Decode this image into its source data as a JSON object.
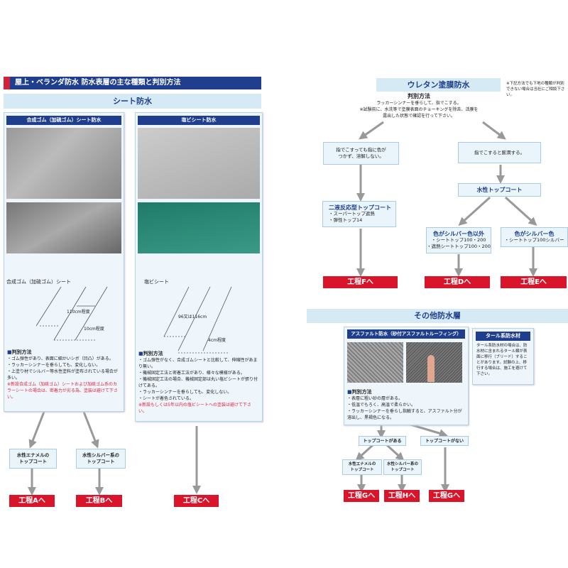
{
  "title": "屋上・ベランダ防水 防水表層の主な種類と判別方法",
  "sheet": {
    "band": "シート防水",
    "rubber": {
      "header": "合成ゴム（加硫ゴム）シート防水",
      "label": "合成ゴム（加硫ゴム）シート",
      "dim1": "110cm程度",
      "dim2": "10cm程度",
      "method": "判別方法",
      "items": [
        "・ゴム弾性があり、表面に細かいシボ（凹凸）がある。",
        "・ラッカーシンナーを垂らしても、変化しない。",
        "・上塗り材でシルバー等水性塗料が塗布されている場合が多い。"
      ],
      "note": "※新設合成ゴム（加硫ゴム）シートおよび加硫ゴム系のカラーシートの場合は、密着力が劣る為、塗装は避けて下さい。"
    },
    "pvc": {
      "header": "塩ビシート防水",
      "label": "塩ビシート",
      "dim1": "96又は116cm",
      "dim2": "4cm程度",
      "method": "判別方法",
      "items": [
        "・ゴム弾性がなく、合成ゴムシートと比較して、伸縮性があまり無い。",
        "・機械固定工法と密着工法があり、様々な模様がある。",
        "・機械固定工法の場合、機械固定部は丸い塩ビシートが張り付けてある。",
        "・ラッカーシンナーを垂らしても、変化しない。",
        "・シートが着色されている。"
      ],
      "note": "※新設もしくは5年以内の塩ビシートへの塗装は避けて下さい。"
    },
    "enamel": [
      "水性エナメルの",
      "トップコート"
    ],
    "silver": [
      "水性シルバー系の",
      "トップコート"
    ],
    "goA": "工程Aへ",
    "goB": "工程Bへ",
    "goC": "工程Cへ"
  },
  "urethane": {
    "band": "ウレタン塗膜防水",
    "note": "※下記方法でも下地の種類が判別できない場合は当社にご相談下さい。",
    "method": "判別方法",
    "desc1": "ラッカーシンナーを垂らして、指でこする。",
    "desc2": "※試験前に、水洗等で塗膜表面のチョーキングを除去、活膜を露出した状態で確認を行って下さい。",
    "noColor": [
      "指でこすっても指に色が",
      "つかず、溶解しない。"
    ],
    "swell": "指でこすると膨潤する。",
    "twoPart": {
      "title": "二液反応型トップコート",
      "items": [
        "・スーパートップ遮熱",
        "・弾性トップ14"
      ]
    },
    "water": "水性トップコート",
    "nonSilver": {
      "title": "色がシルバー色以外",
      "items": [
        "・シートトップ100・200",
        "・遮熱シートトップ100・200"
      ]
    },
    "silver": {
      "title": "色がシルバー色",
      "items": [
        "・シートトップ100シルバー"
      ]
    },
    "goF": "工程Fへ",
    "goD": "工程Dへ",
    "goE": "工程Eへ"
  },
  "other": {
    "band": "その他防水層",
    "asphalt": {
      "header": "アスファルト防水（砂付アスファルトルーフィング）",
      "method": "判別方法",
      "items": [
        "・表層に粗い砂の層がある。",
        "・低温でもろく、高温で柔らかい。",
        "・ラッカーシンナーを垂らし指触すると、アスファルト分が溶出し、黒褐色になる。"
      ]
    },
    "tar": {
      "header": "タール系防水材",
      "text": "タール系防水材の場合は、防水材に含まれるタール類が表面に移行（ブリード）することがあります。試験の上、移行する場合は、施工を避けて下さい。"
    },
    "hasTop": "トップコートがある",
    "noTop": "トップコートがない",
    "enamel": [
      "水性エナメルの",
      "トップコート"
    ],
    "silver": [
      "水性シルバー系の",
      "トップコート"
    ],
    "goG1": "工程Gへ",
    "goH": "工程Hへ",
    "goG2": "工程Gへ"
  }
}
